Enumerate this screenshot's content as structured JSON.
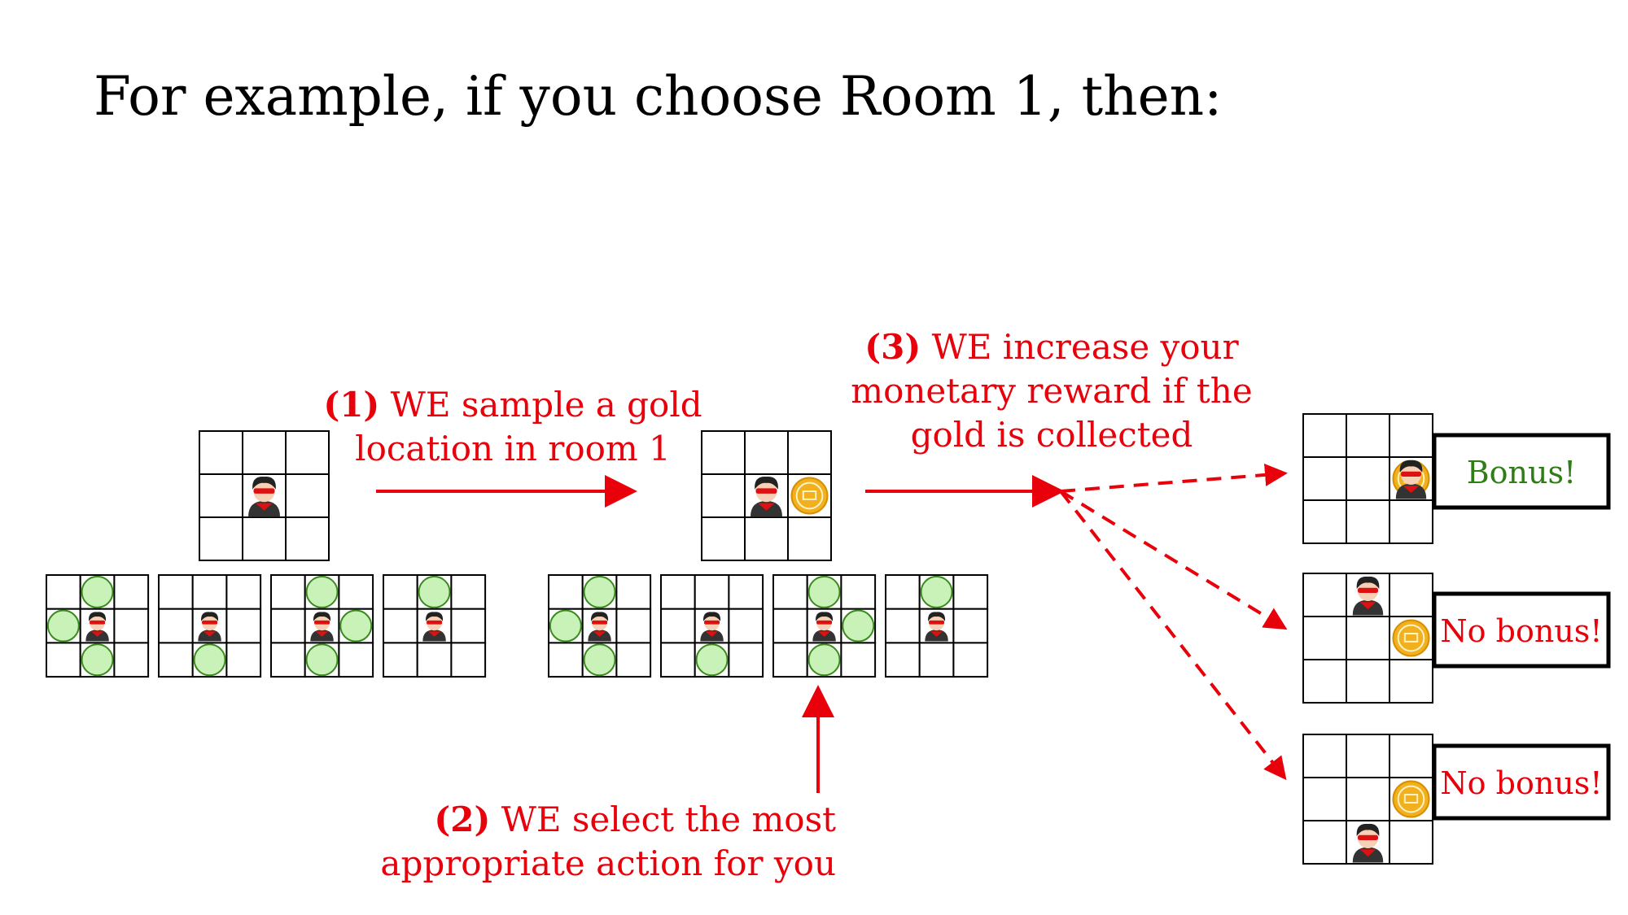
{
  "title": "For example, if you choose Room 1, then:",
  "steps": {
    "step1": {
      "num": "(1)",
      "line1": " WE sample a gold",
      "line2": "location in room 1"
    },
    "step2": {
      "num": "(2)",
      "line1": " WE select the most",
      "line2": "appropriate action for you"
    },
    "step3": {
      "num": "(3)",
      "line1": " WE increase your",
      "line2": "monetary reward if the",
      "line3": "gold is collected"
    }
  },
  "outcomes": [
    {
      "label": "Bonus!",
      "color": "#2e7d16"
    },
    {
      "label": "No bonus!",
      "color": "#e8000b"
    },
    {
      "label": "No bonus!",
      "color": "#e8000b"
    }
  ],
  "colors": {
    "arrow": "#e8000b",
    "option_circle_fill": "#c9f2b8",
    "option_circle_stroke": "#3b8a1e",
    "coin": "#f2b01e"
  },
  "icons": {
    "agent": "superhero-avatar-icon",
    "gold": "gold-coin-icon",
    "option": "green-circle-icon"
  }
}
